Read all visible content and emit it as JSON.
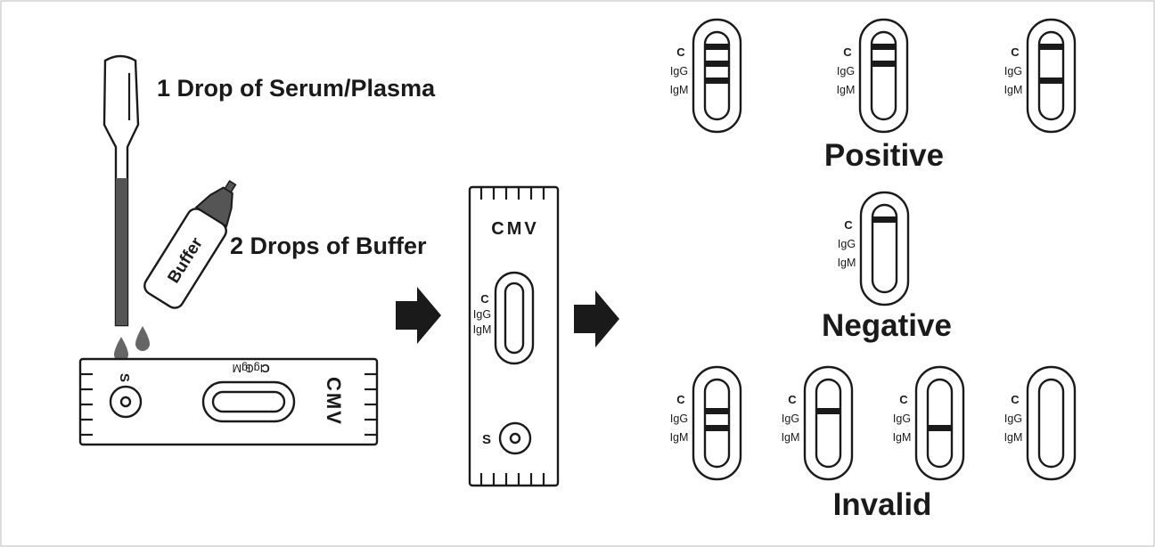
{
  "instructions": {
    "step1": "1 Drop of Serum/Plasma",
    "step2": "2 Drops of Buffer"
  },
  "bottle_label": "Buffer",
  "device": {
    "name": "CMV",
    "sample_well": "S",
    "labels": [
      "C",
      "IgG",
      "IgM"
    ]
  },
  "strip_labels": [
    "C",
    "IgG",
    "IgM"
  ],
  "results": {
    "positive": "Positive",
    "negative": "Negative",
    "invalid": "Invalid"
  }
}
